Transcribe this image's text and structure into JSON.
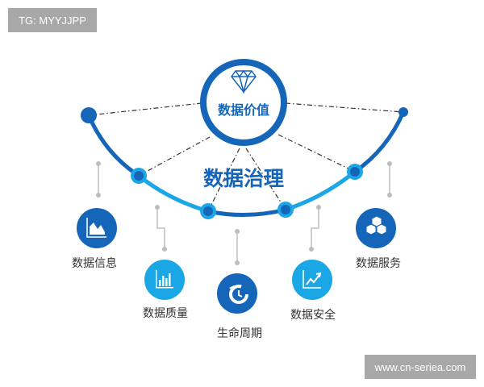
{
  "watermarks": {
    "top_left": "TG: MYYJJPP",
    "bottom_right": "www.cn-seriea.com"
  },
  "diagram": {
    "top_node": {
      "label": "数据价值",
      "icon": "diamond-icon"
    },
    "center_label": "数据治理",
    "items": [
      {
        "label": "数据信息",
        "icon": "area-chart-icon",
        "color": "#1565b8"
      },
      {
        "label": "数据质量",
        "icon": "bar-chart-icon",
        "color": "#1ba6e6"
      },
      {
        "label": "生命周期",
        "icon": "history-clock-icon",
        "color": "#1565b8"
      },
      {
        "label": "数据安全",
        "icon": "trend-chart-icon",
        "color": "#1ba6e6"
      },
      {
        "label": "数据服务",
        "icon": "cubes-icon",
        "color": "#1565b8"
      }
    ],
    "colors": {
      "dark_blue": "#1565b8",
      "light_blue": "#1ba6e6",
      "connector_gray": "#bdbdbd"
    }
  }
}
